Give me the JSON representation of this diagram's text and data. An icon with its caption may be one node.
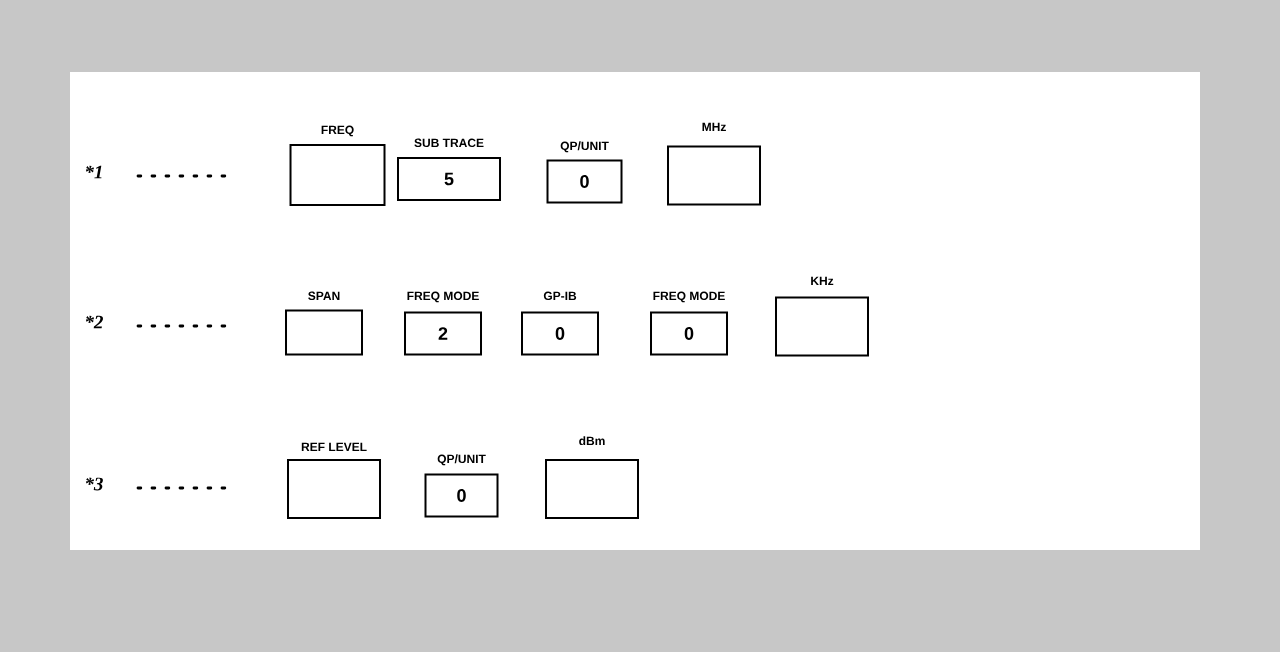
{
  "diagram": {
    "nodes": [
      {
        "text": [
          "FREQ"
        ]
      },
      {
        "text": [
          "SUB  TRACE",
          "5"
        ]
      },
      {
        "text": [
          "QP/UNIT",
          "0"
        ]
      },
      {
        "text": [
          "MHz"
        ]
      },
      {
        "text": [
          "SPAN"
        ]
      },
      {
        "text": [
          "FREQ  MODE",
          "2"
        ]
      },
      {
        "text": [
          "GP-IB",
          "0"
        ]
      },
      {
        "text": [
          "FREQ MODE",
          "0"
        ]
      },
      {
        "text": [
          "KHz"
        ]
      },
      {
        "text": [
          "REF LEVEL"
        ]
      },
      {
        "text": [
          "QP/UNIT",
          "0"
        ]
      },
      {
        "text": [
          "dBm"
        ]
      }
    ],
    "labels": [
      "*1",
      "*2",
      "*3"
    ]
  }
}
